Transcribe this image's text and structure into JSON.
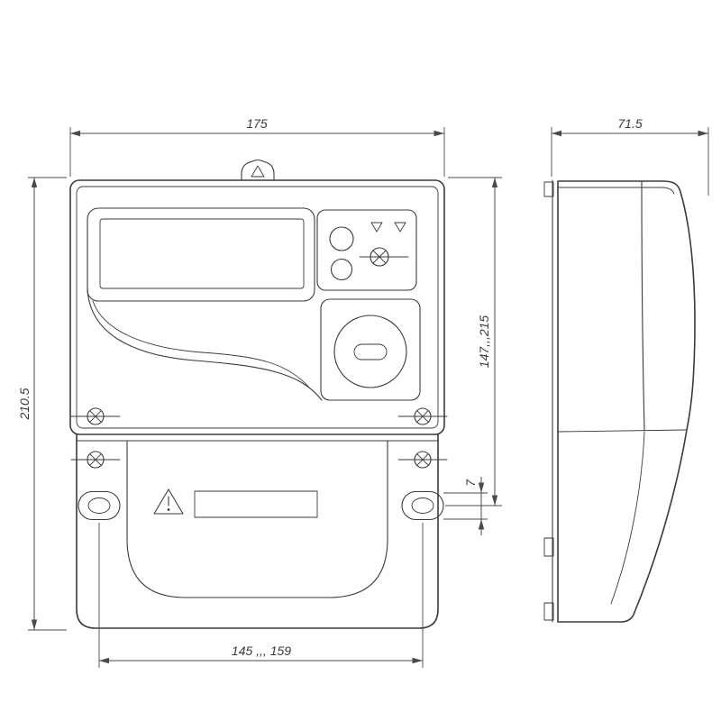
{
  "dimensions": {
    "front_width": "175",
    "side_depth": "71.5",
    "overall_height": "210.5",
    "mounting_height_range": "147,,,215",
    "slot_offset": "7",
    "mounting_width_range": "145 ,,, 159"
  },
  "colors": {
    "background": "#ffffff",
    "line": "#3b3b3b",
    "dimension": "#4a4a4a"
  }
}
